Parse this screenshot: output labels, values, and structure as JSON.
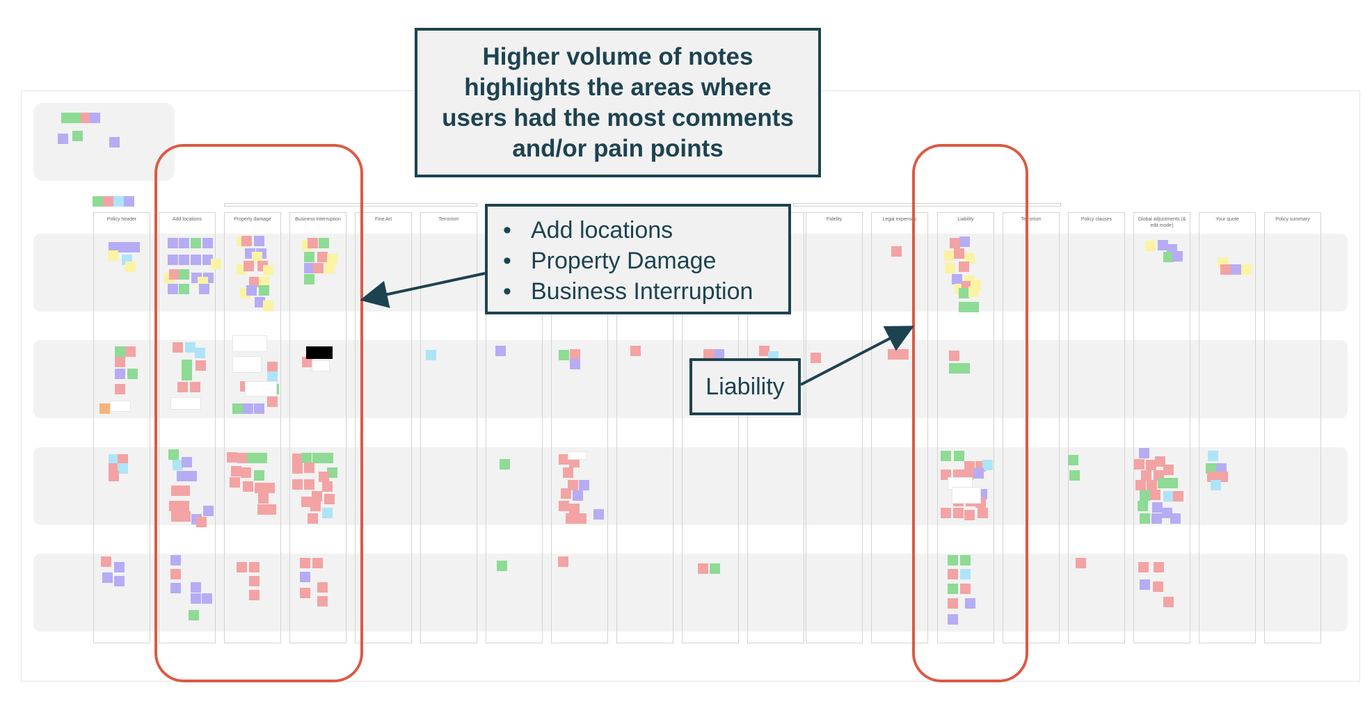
{
  "title_callout": {
    "lines": [
      "Higher volume of notes",
      "highlights the areas where",
      "users had the most comments",
      "and/or pain points"
    ]
  },
  "bullet_callout": {
    "items": [
      "Add locations",
      "Property Damage",
      "Business Interruption"
    ]
  },
  "liability_callout": {
    "label": "Liability"
  },
  "columns": [
    {
      "label": "Policy header"
    },
    {
      "label": "Add locations"
    },
    {
      "label": "Property damage"
    },
    {
      "label": "Business Interruption"
    },
    {
      "label": "Fine Art"
    },
    {
      "label": "Terrorism"
    },
    {
      "label": ""
    },
    {
      "label": ""
    },
    {
      "label": ""
    },
    {
      "label": ""
    },
    {
      "label": ""
    },
    {
      "label": "Fidelity"
    },
    {
      "label": "Legal expenses"
    },
    {
      "label": "Liability"
    },
    {
      "label": "Terrorism"
    },
    {
      "label": "Policy clauses"
    },
    {
      "label": "Global adjustments (& edit mode)"
    },
    {
      "label": "Your quote"
    },
    {
      "label": "Policy summary"
    }
  ],
  "note_colors": {
    "green": "#8ddb94",
    "red": "#f3a3a3",
    "purple": "#b6acf4",
    "blue": "#aee4f8",
    "yellow": "#fbf3a3",
    "orange": "#f5b47c"
  },
  "highlight_color": "#dc5a45",
  "callout_color": "#1d4350"
}
